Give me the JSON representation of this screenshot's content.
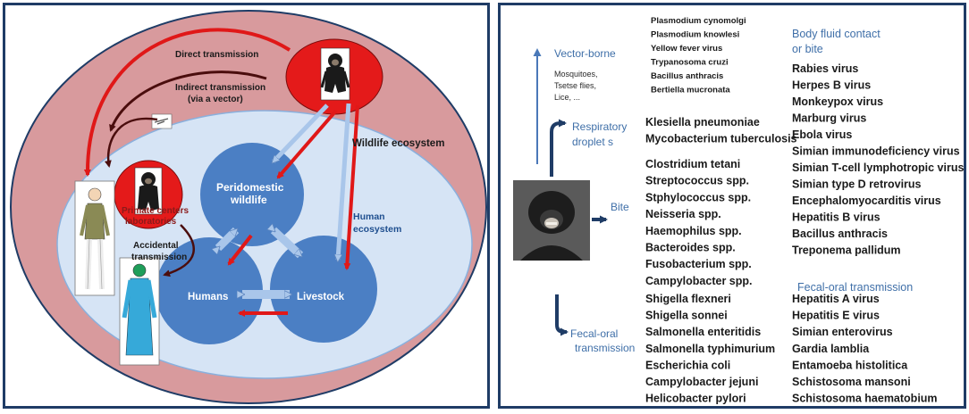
{
  "left_panel": {
    "labels": {
      "direct": "Direct transmission",
      "indirect_1": "Indirect transmission",
      "indirect_2": "(via a vector)",
      "wildlife_eco": "Wildlife ecosystem",
      "peri_1": "Peridomestic",
      "peri_2": "wildlife",
      "human_eco_1": "Human",
      "human_eco_2": "ecosystem",
      "primate_1": "Primate centers",
      "primate_2": "laboratories",
      "accident_1": "Accidental",
      "accident_2": "transmission",
      "humans": "Humans",
      "livestock": "Livestock"
    }
  },
  "right_panel": {
    "routes": {
      "vector": "Vector-borne",
      "vector_sub": [
        "Mosquitoes,",
        "Tsetse flies,",
        "Lice, ..."
      ],
      "resp_1": "Respiratory",
      "resp_2": "droplet s",
      "bite": "Bite",
      "fecal_1": "Fecal-oral",
      "fecal_2": "transmission"
    },
    "vector_pathogens": [
      "Plasmodium cynomolgi",
      "Plasmodium knowlesi",
      "Yellow fever virus",
      "Trypanosoma cruzi",
      "Bacillus anthracis",
      "Bertiella mucronata"
    ],
    "respiratory_pathogens": [
      "Klesiella pneumoniae",
      "Mycobacterium tuberculosis"
    ],
    "bite_pathogens": [
      "Clostridium tetani",
      "Streptococcus spp.",
      "Stphylococcus spp.",
      "Neisseria  spp.",
      "Haemophilus  spp.",
      "Bacteroides spp.",
      "Fusobacterium spp.",
      "Campylobacter spp."
    ],
    "fecal_pathogens_left": [
      "Shigella flexneri",
      "Shigella sonnei",
      "Salmonella enteritidis",
      "Salmonella  typhimurium",
      "Escherichia coli",
      "Campylobacter jejuni",
      "Helicobacter pylori"
    ],
    "body_fluid_heading": [
      "Body fluid contact",
      "or bite"
    ],
    "body_fluid_pathogens": [
      "Rabies virus",
      "Herpes B virus",
      "Monkeypox virus",
      "Marburg virus",
      "Ebola virus",
      "Simian immunodeficiency virus",
      "Simian T-cell lymphotropic virus",
      "Simian type D retrovirus",
      "Encephalomyocarditis virus",
      "Hepatitis B virus",
      "Bacillus anthracis",
      "Treponema pallidum"
    ],
    "fecal_heading": "Fecal-oral transmission",
    "fecal_pathogens_right": [
      "Hepatitis A virus",
      "Hepatitis E virus",
      "Simian enterovirus",
      "Gardia lamblia",
      "Entamoeba histolitica",
      "Schistosoma mansoni",
      "Schistosoma haematobium"
    ]
  }
}
